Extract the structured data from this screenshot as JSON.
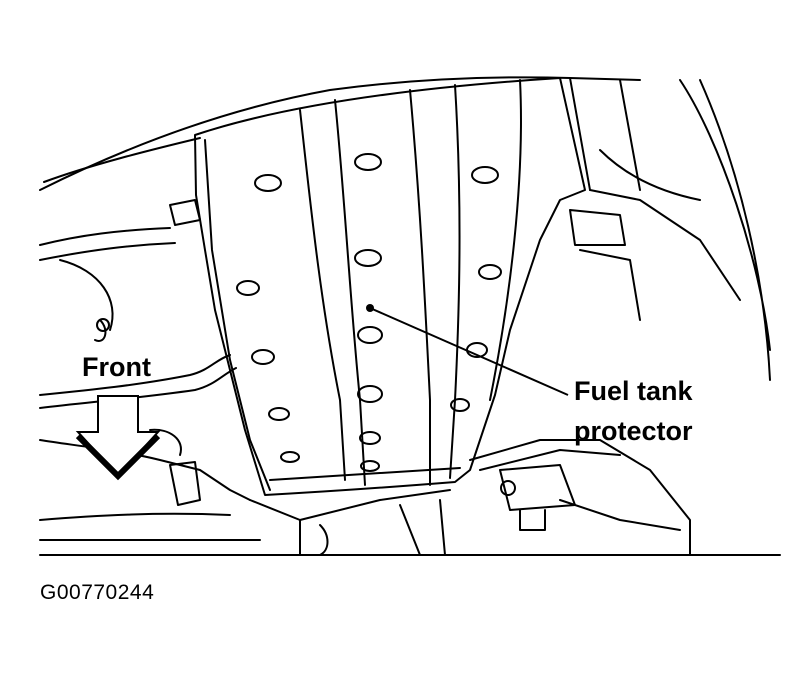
{
  "labels": {
    "front": "Front",
    "callout_line1": "Fuel tank",
    "callout_line2": "protector",
    "figure_code": "G00770244"
  },
  "colors": {
    "ink": "#000000",
    "paper": "#ffffff"
  },
  "icons": {
    "direction_arrow": "arrow-down-icon"
  }
}
